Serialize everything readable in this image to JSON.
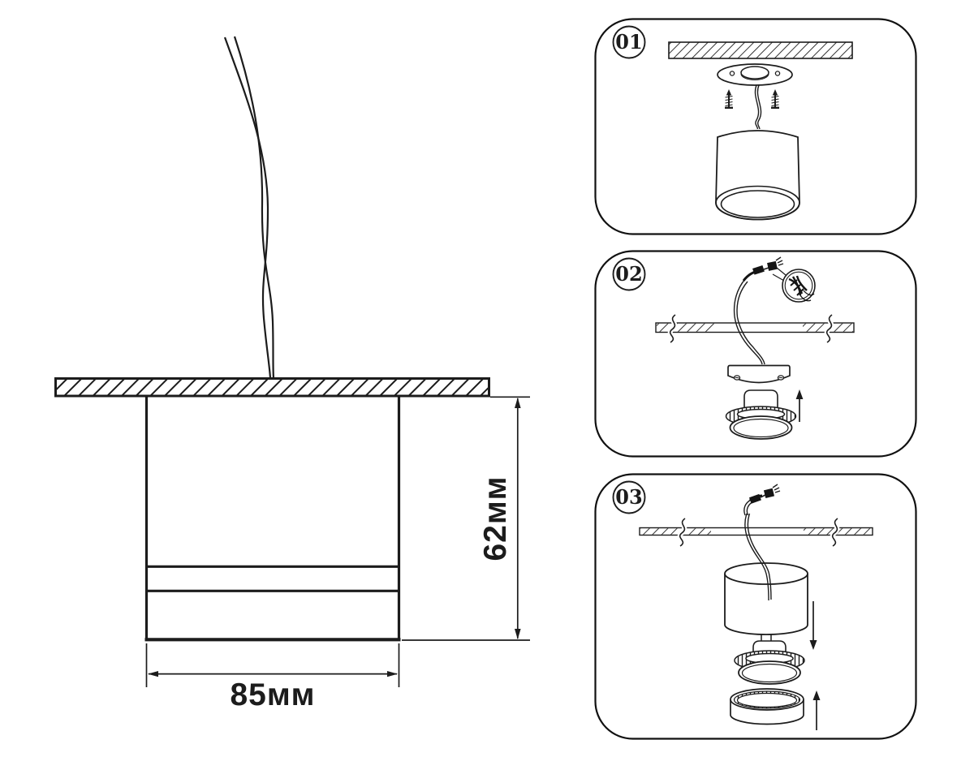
{
  "dimension_drawing": {
    "height_label": "62мм",
    "width_label": "85мм"
  },
  "steps": [
    {
      "number": "01"
    },
    {
      "number": "02"
    },
    {
      "number": "03"
    }
  ],
  "colors": {
    "ink": "#1c1c1c",
    "background": "#ffffff"
  }
}
